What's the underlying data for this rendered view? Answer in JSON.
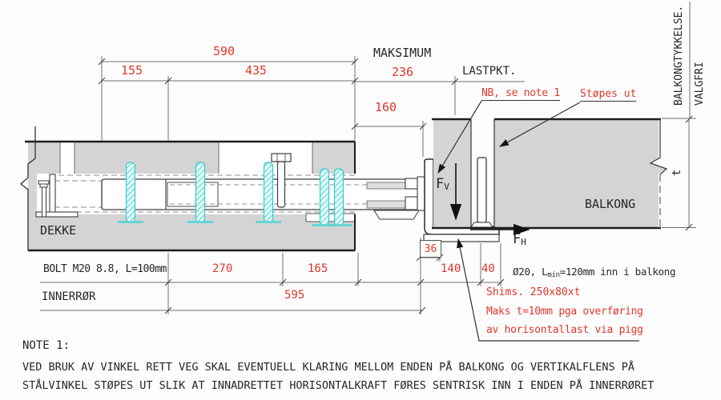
{
  "colors": {
    "annotation_red": "#e0362b",
    "outline_black": "#1e1e1e",
    "concrete_gray": "#d4d4d4",
    "anchor_cyan": "#49d7d6"
  },
  "dims": {
    "d590": "590",
    "d155": "155",
    "d435": "435",
    "d236": "236",
    "d160": "160",
    "d36": "36",
    "d270": "270",
    "d165": "165",
    "d140": "140",
    "d40": "40",
    "d595": "595",
    "thickness": "t"
  },
  "labels": {
    "maksimum": "MAKSIMUM",
    "lastpkt": "LASTPKT.",
    "dekke": "DEKKE",
    "balkong": "BALKONG",
    "bolt": "BOLT M20 8.8, L=100mm",
    "innerror": "INNERRØR",
    "balkongtykkelse": "BALKONGTYKKELSE.",
    "valgfri": "VALGFRI",
    "fv_f": "F",
    "fv_sub": "V",
    "fh_f": "F",
    "fh_sub": "H",
    "o20_pre": "Ø20, L",
    "o20_sub": "min",
    "o20_post": "=120mm inn i balkong"
  },
  "annotations": {
    "nb": "NB, se note 1",
    "stopes_ut": "Støpes ut",
    "shims_line1": "Shims. 250x80xt",
    "shims_line2": "Maks t=10mm pga overføring",
    "shims_line3": "av horisontallast via pigg"
  },
  "note": {
    "title": "NOTE 1:",
    "line1": "VED BRUK AV VINKEL RETT VEG SKAL EVENTUELL KLARING MELLOM ENDEN PÅ BALKONG OG VERTIKALFLENS PÅ",
    "line2": "STÅLVINKEL STØPES UT SLIK AT INNADRETTET HORISONTALKRAFT FØRES SENTRISK INN I ENDEN PÅ INNERRØRET"
  }
}
